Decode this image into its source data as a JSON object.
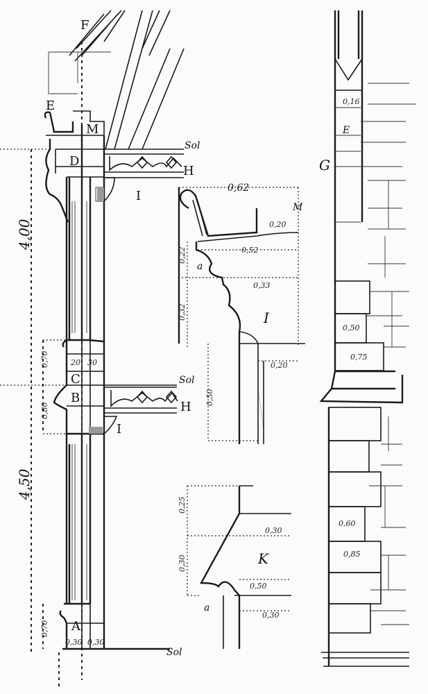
{
  "drawing": {
    "left_elevation": {
      "letters": {
        "F": "F",
        "E": "E",
        "M": "M",
        "D": "D",
        "C": "C",
        "B": "B",
        "A": "A",
        "H_top": "H",
        "I_top": "I",
        "H_mid": "H",
        "I_mid": "I"
      },
      "ground_labels": {
        "top": "Sol",
        "middle": "Sol",
        "bottom": "Sol"
      },
      "dimensions": {
        "upper_height": "4,00",
        "lower_height": "4,50",
        "c_height": "0,70",
        "b_height": "0,80",
        "a_height": "0,70",
        "c_w1": "20",
        "c_w2": "30",
        "a_w1": "0,30",
        "a_w2": "0,30"
      }
    },
    "detail_I": {
      "label": "I",
      "letter_a": "a",
      "letter_M": "M",
      "dimensions": {
        "top_width": "0,62",
        "gutter": "0,20",
        "gutter_height": "0,22",
        "width_52": "0,52",
        "width_33": "0,33",
        "height_32": "0,32",
        "width_20": "0,20",
        "height_50": "0,50"
      }
    },
    "detail_K": {
      "label": "K",
      "letter_a": "a",
      "dimensions": {
        "h_25": "0,25",
        "w_30_top": "0,30",
        "h_30": "0,30",
        "w_50": "0,50",
        "w_30_bottom": "0,30"
      }
    },
    "right_elevation": {
      "label": "G",
      "letter_E": "E",
      "dimensions": {
        "top": "0,16",
        "d_50": "0,50",
        "d_75": "0,75",
        "d_60": "0,60",
        "d_85": "0,85"
      }
    }
  }
}
